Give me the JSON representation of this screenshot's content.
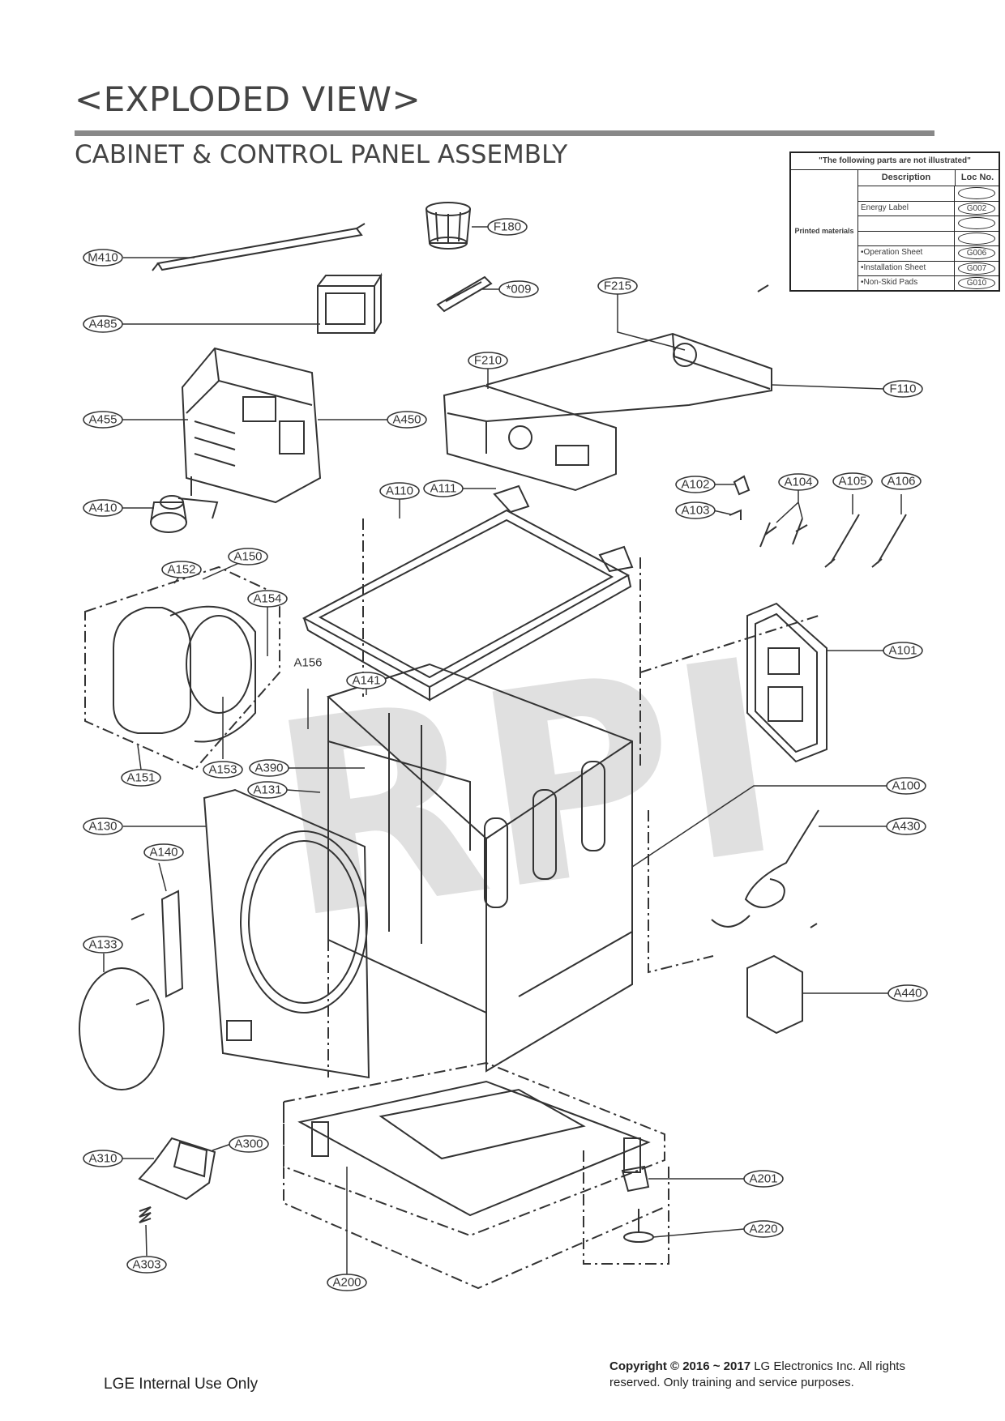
{
  "header": {
    "title": "<EXPLODED VIEW>",
    "section": "CABINET  & CONTROL PANEL ASSEMBLY"
  },
  "watermark": "RPI",
  "parts_table": {
    "header": "\"The following parts are not illustrated\"",
    "group_label": "Printed materials",
    "col_description": "Description",
    "col_loc": "Loc No.",
    "rows": [
      {
        "description": "",
        "loc": ""
      },
      {
        "description": "Energy Label",
        "loc": "G002"
      },
      {
        "description": "",
        "loc": ""
      },
      {
        "description": "",
        "loc": ""
      },
      {
        "description": "•Operation Sheet",
        "loc": "G006"
      },
      {
        "description": "•Installation Sheet",
        "loc": "G007"
      },
      {
        "description": "•Non-Skid Pads",
        "loc": "G010"
      }
    ]
  },
  "callouts": {
    "m410": "M410",
    "a485": "A485",
    "a455": "A455",
    "a450": "A450",
    "a410": "A410",
    "f180": "F180",
    "s009": "*009",
    "f215": "F215",
    "f210": "F210",
    "f110": "F110",
    "a110": "A110",
    "a111": "A111",
    "a102": "A102",
    "a103": "A103",
    "a104": "A104",
    "a105": "A105",
    "a106": "A106",
    "a150": "A150",
    "a152": "A152",
    "a154": "A154",
    "a156": "A156",
    "a141": "A141",
    "a101": "A101",
    "a151": "A151",
    "a153": "A153",
    "a390": "A390",
    "a131": "A131",
    "a100": "A100",
    "a130": "A130",
    "a430": "A430",
    "a140": "A140",
    "a133": "A133",
    "a440": "A440",
    "a300": "A300",
    "a310": "A310",
    "a201": "A201",
    "a220": "A220",
    "a303": "A303",
    "a200": "A200"
  },
  "footer": {
    "internal": "LGE Internal Use Only",
    "copyright_bold": "Copyright © 2016 ~ 2017",
    "copyright_rest": " LG Electronics Inc. All rights reserved. Only training and service purposes."
  }
}
